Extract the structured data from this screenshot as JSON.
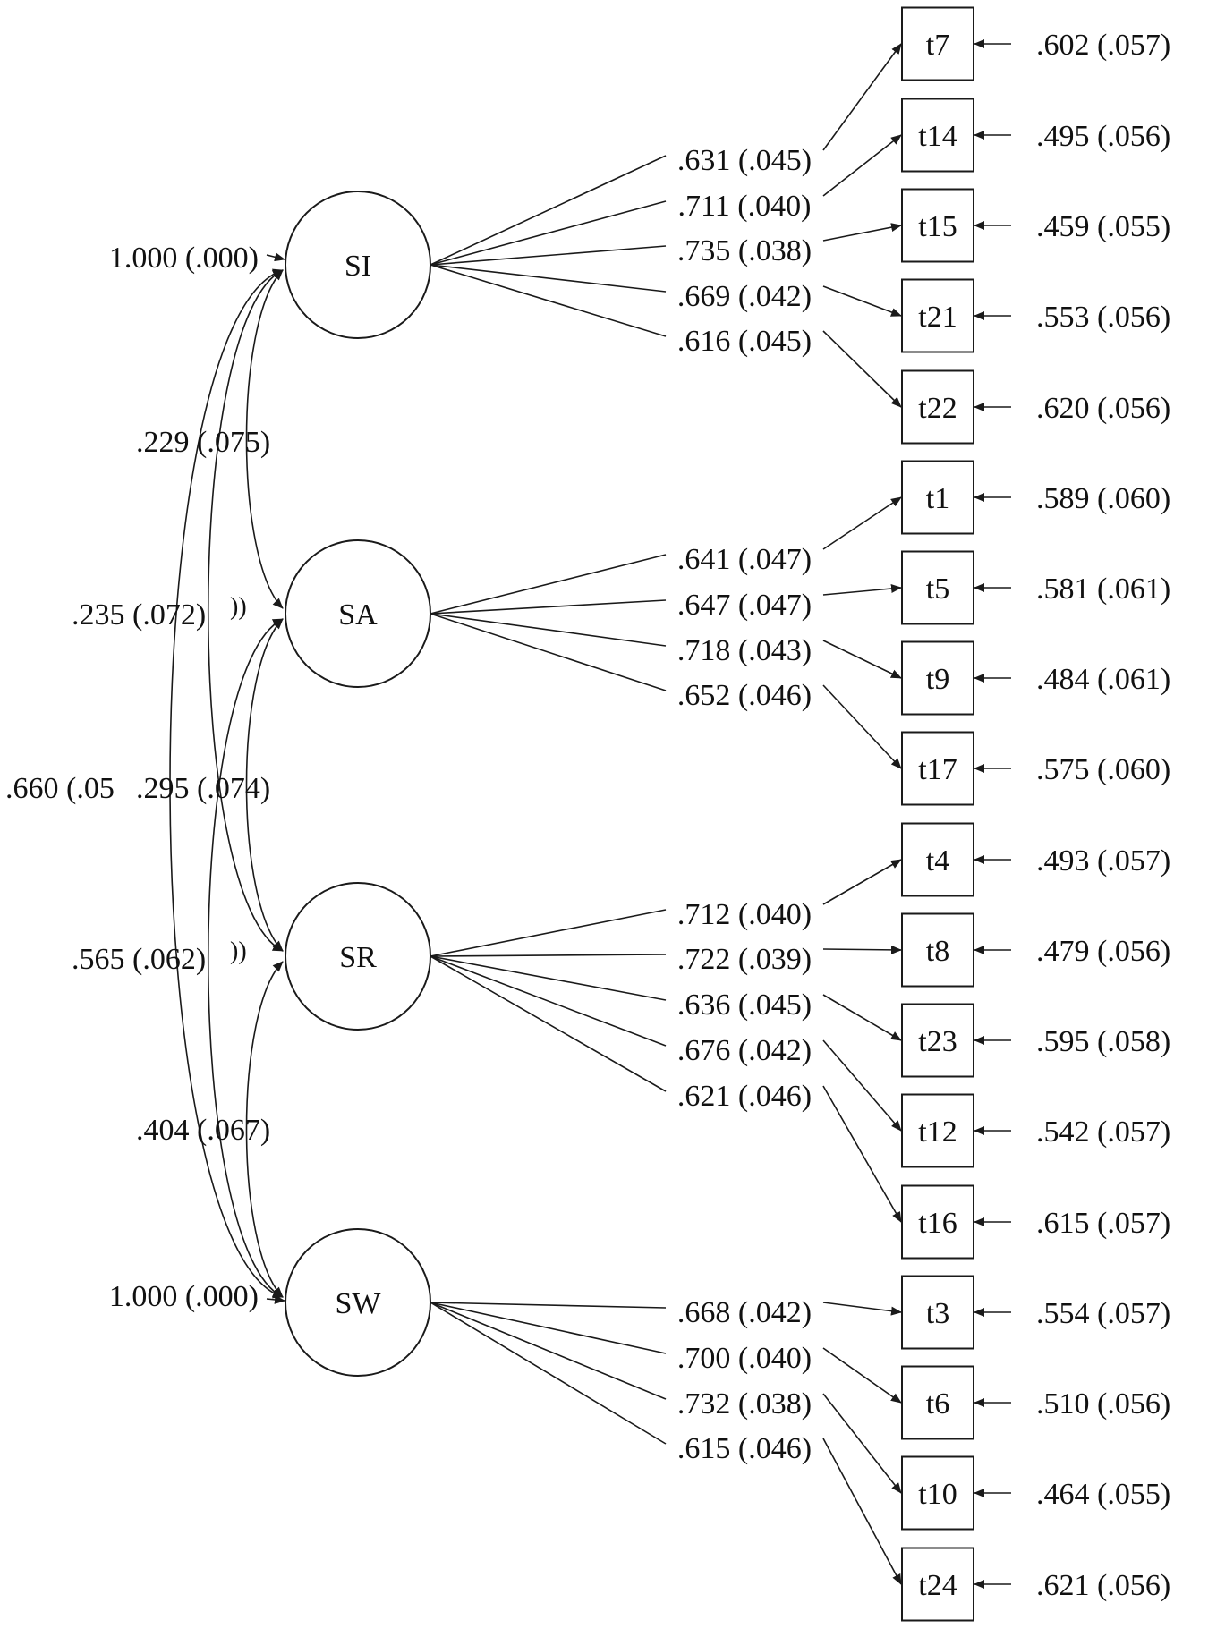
{
  "colors": {
    "ink": "#1a1a1a",
    "background": "#ffffff"
  },
  "latents": [
    {
      "id": "SI",
      "variance": "1.000 (.000)"
    },
    {
      "id": "SA",
      "variance": ""
    },
    {
      "id": "SR",
      "variance": ""
    },
    {
      "id": "SW",
      "variance": "1.000 (.000)"
    }
  ],
  "indicators": [
    {
      "id": "t7",
      "factor": "SI",
      "loading": ".631 (.045)",
      "residual": ".602 (.057)"
    },
    {
      "id": "t14",
      "factor": "SI",
      "loading": ".711 (.040)",
      "residual": ".495 (.056)"
    },
    {
      "id": "t15",
      "factor": "SI",
      "loading": ".735 (.038)",
      "residual": ".459 (.055)"
    },
    {
      "id": "t21",
      "factor": "SI",
      "loading": ".669 (.042)",
      "residual": ".553 (.056)"
    },
    {
      "id": "t22",
      "factor": "SI",
      "loading": ".616 (.045)",
      "residual": ".620 (.056)"
    },
    {
      "id": "t1",
      "factor": "SA",
      "loading": ".641 (.047)",
      "residual": ".589 (.060)"
    },
    {
      "id": "t5",
      "factor": "SA",
      "loading": ".647 (.047)",
      "residual": ".581 (.061)"
    },
    {
      "id": "t9",
      "factor": "SA",
      "loading": ".718 (.043)",
      "residual": ".484 (.061)"
    },
    {
      "id": "t17",
      "factor": "SA",
      "loading": ".652 (.046)",
      "residual": ".575 (.060)"
    },
    {
      "id": "t4",
      "factor": "SR",
      "loading": ".712 (.040)",
      "residual": ".493 (.057)"
    },
    {
      "id": "t8",
      "factor": "SR",
      "loading": ".722 (.039)",
      "residual": ".479 (.056)"
    },
    {
      "id": "t23",
      "factor": "SR",
      "loading": ".636 (.045)",
      "residual": ".595 (.058)"
    },
    {
      "id": "t12",
      "factor": "SR",
      "loading": ".676 (.042)",
      "residual": ".542 (.057)"
    },
    {
      "id": "t16",
      "factor": "SR",
      "loading": ".621 (.046)",
      "residual": ".615 (.057)"
    },
    {
      "id": "t3",
      "factor": "SW",
      "loading": ".668 (.042)",
      "residual": ".554 (.057)"
    },
    {
      "id": "t6",
      "factor": "SW",
      "loading": ".700 (.040)",
      "residual": ".510 (.056)"
    },
    {
      "id": "t10",
      "factor": "SW",
      "loading": ".732 (.038)",
      "residual": ".464 (.055)"
    },
    {
      "id": "t24",
      "factor": "SW",
      "loading": ".615 (.046)",
      "residual": ".621 (.056)"
    }
  ],
  "correlations": [
    {
      "from": "SI",
      "to": "SA",
      "label": ".229 (.075)"
    },
    {
      "from": "SI",
      "to": "SR",
      "label": ".235 (.072)"
    },
    {
      "from": "SI",
      "to": "SW",
      "label": ".660 (.05"
    },
    {
      "from": "SA",
      "to": "SR",
      "label": ".295 (.074)"
    },
    {
      "from": "SA",
      "to": "SW",
      "label": ".565 (.062)"
    },
    {
      "from": "SR",
      "to": "SW",
      "label": ".404 (.067)"
    }
  ],
  "label_fragments": [
    "))",
    "))"
  ]
}
